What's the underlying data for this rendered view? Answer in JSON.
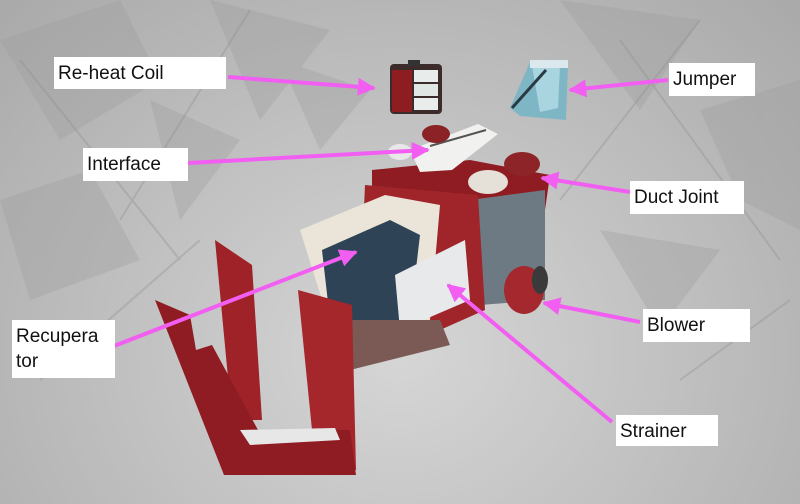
{
  "diagram": {
    "subject": "Exploded view of a ventilation / heat-recovery unit",
    "colors": {
      "arrow": "#f25ef2",
      "body_red": "#9b1f24",
      "background": "#bdbdbd",
      "label_bg": "#ffffff"
    },
    "labels": [
      {
        "id": "reheat-coil",
        "text": "Re-heat Coil"
      },
      {
        "id": "jumper",
        "text": "Jumper"
      },
      {
        "id": "interface",
        "text": "Interface"
      },
      {
        "id": "duct-joint",
        "text": "Duct Joint"
      },
      {
        "id": "blower",
        "text": "Blower"
      },
      {
        "id": "recuperator",
        "text": "Recupera tor",
        "line1": "Recupera",
        "line2": "tor"
      },
      {
        "id": "strainer",
        "text": "Strainer"
      }
    ]
  }
}
